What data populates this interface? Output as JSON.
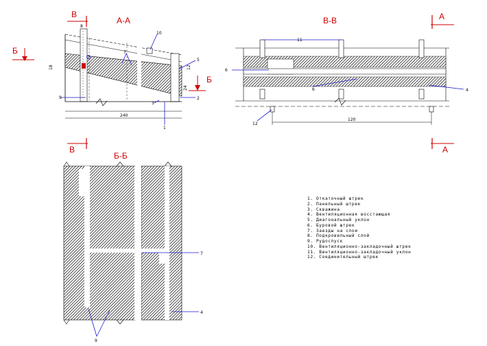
{
  "sections": {
    "aa": "А-А",
    "bb_cyr": "В-В",
    "bb": "Б-Б"
  },
  "cut_marks": {
    "v": "В",
    "a": "А",
    "b": "Б"
  },
  "callouts": {
    "c1": "1",
    "c2": "2",
    "c3": "3",
    "c4": "4",
    "c5": "5",
    "c6": "6",
    "c7": "7",
    "c8": "8",
    "c9": "9",
    "c10": "10",
    "c11": "11",
    "c12": "12"
  },
  "dimensions": {
    "aa_width": "240",
    "vv_width": "120",
    "aa_h1": "18",
    "aa_h2": "12",
    "aa_h3": "24"
  },
  "legend": [
    "1. Откаточный штрек",
    "2. Панельный штрек",
    "3. Скважина",
    "4. Вентиляционная восстающая",
    "5. Диагональный уклон",
    "6. Буровой штрек",
    "7. Заезды на слои",
    "8. Подкровельный слой",
    "9. Рудоспуск",
    "10. Вентиляционно-закладочный штрек",
    "11. Вентиляционно-закладочный уклон",
    "12. Соединительный штрек"
  ],
  "colors": {
    "annotation_red": "#cc0000",
    "leader_blue": "#1a1acc",
    "hatch": "#000000"
  }
}
